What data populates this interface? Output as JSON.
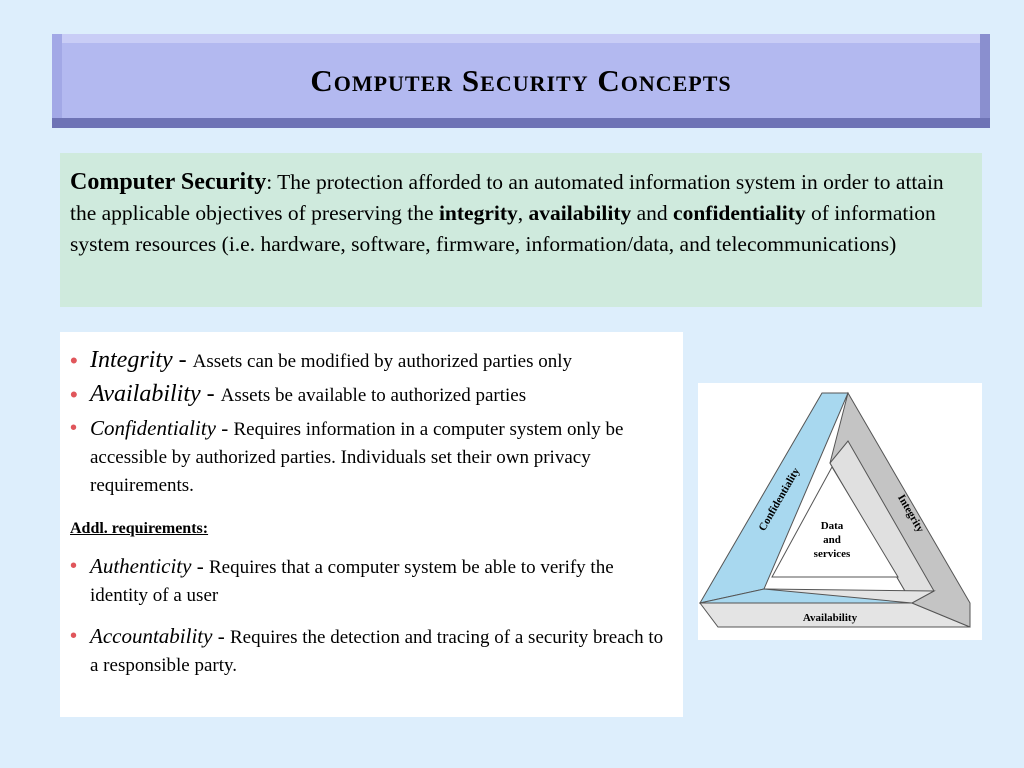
{
  "title": "Computer Security Concepts",
  "definition": {
    "term": "Computer Security",
    "colon": ":",
    "text_1": " The protection afforded to an automated information system in order to attain the applicable objectives of preserving the ",
    "bold_1": "integrity",
    "sep_1": ", ",
    "bold_2": "availability",
    "sep_2": " and ",
    "bold_3": "confidentiality",
    "text_2": " of information system resources (i.e. hardware, software, firmware, information/data, and telecommunications)"
  },
  "bullets": [
    {
      "name": "Integrity",
      "dash": " - ",
      "desc": "Assets can be modified by authorized parties only"
    },
    {
      "name": "Availability",
      "dash": " - ",
      "desc": "Assets be available to authorized parties"
    },
    {
      "name": "Confidentiality",
      "dash": " - ",
      "desc": "Requires information in a computer system only be accessible by authorized parties. Individuals set their own privacy requirements."
    }
  ],
  "addl_heading": "Addl. requirements:",
  "addl_bullets": [
    {
      "name": "Authenticity",
      "dash": " - ",
      "desc": "Requires that a computer system be able to verify the identity of a user"
    },
    {
      "name": "Accountability",
      "dash": " - ",
      "desc": "Requires the detection and tracing of a security breach to a responsible party."
    }
  ],
  "bullet_symbol": "•",
  "figure": {
    "side_confidentiality": "Confidentiality",
    "side_integrity": "Integrity",
    "side_availability": "Availability",
    "center_line_1": "Data",
    "center_line_2": "and",
    "center_line_3": "services"
  },
  "colors": {
    "background": "#ddeefc",
    "title_bar": "#b3b9f0",
    "definition_box": "#cfeadd",
    "bullet": "#e0565b",
    "confidentiality_side": "#a8d8ef",
    "integrity_side": "#c4c4c4",
    "availability_side": "#e4e4e4"
  }
}
